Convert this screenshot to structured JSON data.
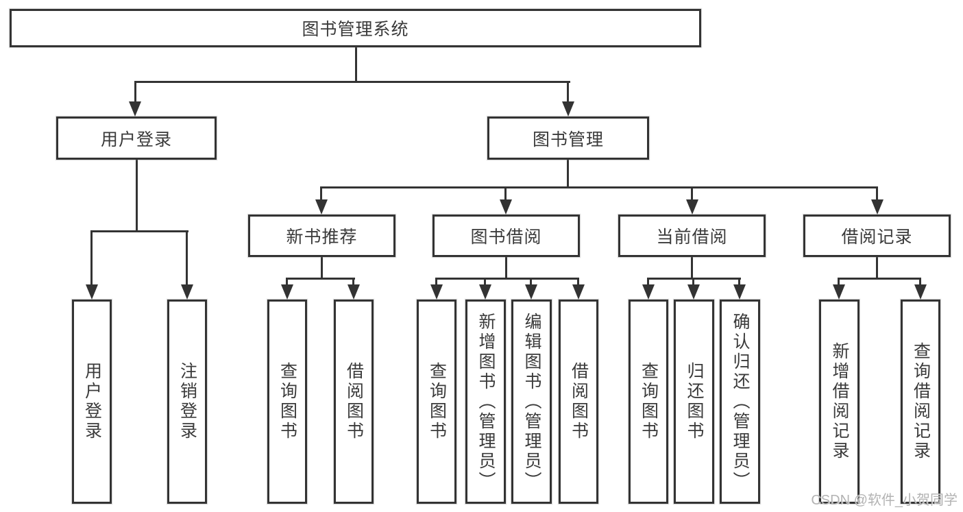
{
  "nodes": {
    "root": "图书管理系统",
    "level2": [
      "用户登录",
      "图书管理"
    ],
    "level3": [
      "新书推荐",
      "图书借阅",
      "当前借阅",
      "借阅记录"
    ],
    "level4_user_login": [
      "用户登录",
      "注销登录"
    ],
    "level4_new_book_recommend": [
      "查询图书",
      "借阅图书"
    ],
    "level4_book_borrow": [
      "查询图书",
      "新增图书（管理员）",
      "编辑图书（管理员）",
      "借阅图书"
    ],
    "level4_current_borrow": [
      "查询图书",
      "归还图书",
      "确认归还（管理员）"
    ],
    "level4_borrow_records": [
      "新增借阅记录",
      "查询借阅记录"
    ]
  },
  "watermark": "CSDN @软件_小贺同学",
  "colors": {
    "line": "#333333",
    "text": "#3a3a3a",
    "background": "#ffffff",
    "watermark": "#b3b3b3"
  }
}
